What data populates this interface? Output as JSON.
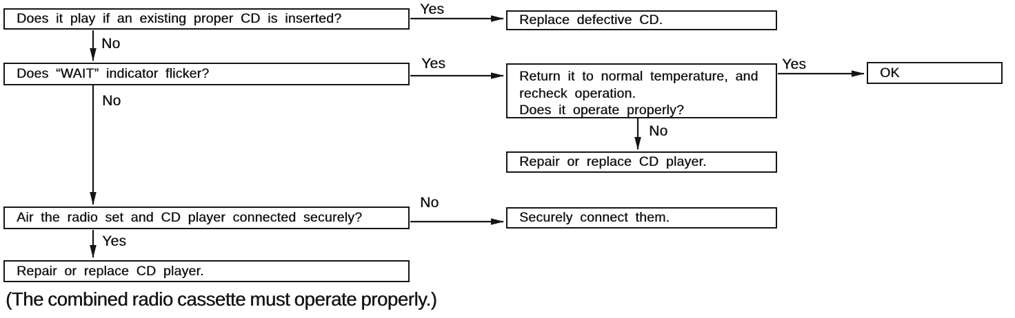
{
  "colors": {
    "ink": "#151515",
    "background": "#ffffff"
  },
  "caption": "(The combined radio cassette must operate properly.)",
  "nodes": {
    "q_cd_play": {
      "text": "Does it play if an existing proper CD is inserted?"
    },
    "a_replace_cd": {
      "text": "Replace defective CD."
    },
    "q_wait_flicker": {
      "text": "Does “WAIT” indicator flicker?"
    },
    "q_temperature": {
      "line1": "Return it to normal temperature, and recheck operation.",
      "line2": "Does it operate properly?"
    },
    "a_ok": {
      "text": "OK"
    },
    "a_repair_right": {
      "text": "Repair or replace CD player."
    },
    "q_connected": {
      "text": "Air the radio set and CD player connected securely?"
    },
    "a_connect": {
      "text": "Securely connect them."
    },
    "a_repair_bottom": {
      "text": "Repair or replace CD player."
    }
  },
  "edges": {
    "cdplay_yes": {
      "label": "Yes"
    },
    "cdplay_no": {
      "label": "No"
    },
    "wait_yes": {
      "label": "Yes"
    },
    "temp_yes": {
      "label": "Yes"
    },
    "temp_no": {
      "label": "No"
    },
    "wait_no": {
      "label": "No"
    },
    "connected_no": {
      "label": "No"
    },
    "connected_yes": {
      "label": "Yes"
    }
  }
}
